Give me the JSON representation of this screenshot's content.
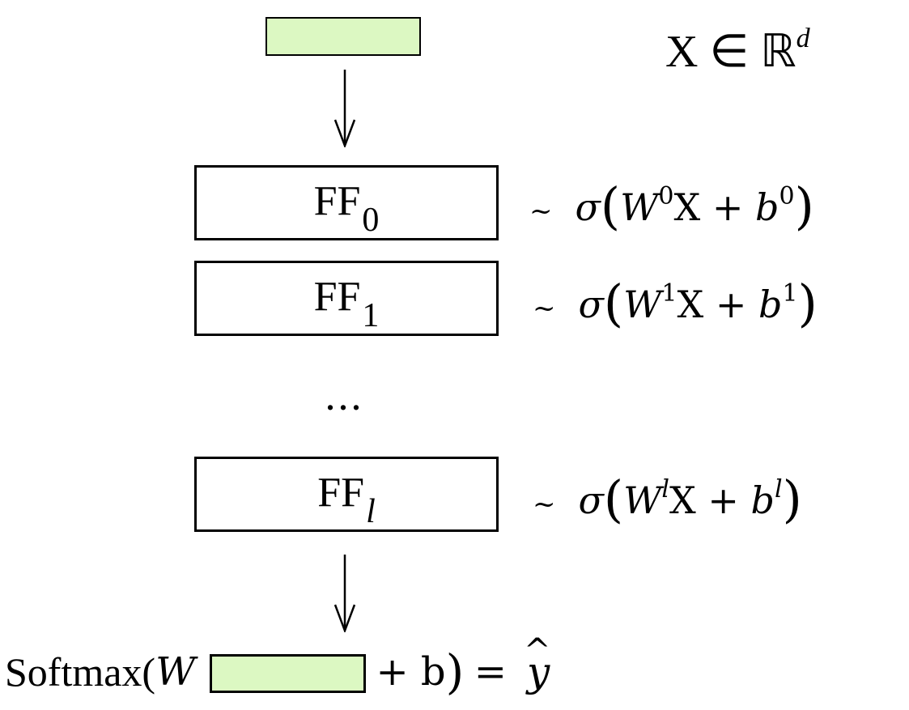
{
  "colors": {
    "vector_fill": "#dcf8c2",
    "stroke": "#000000",
    "background": "#ffffff"
  },
  "input": {
    "label_main": "X ∈ ℝ",
    "label_sup": "d"
  },
  "layers": [
    {
      "name": "FF",
      "sub": "0",
      "formula": {
        "tilde": "~",
        "sigma": "σ",
        "w": "W",
        "w_sup": "0",
        "x": "X + ",
        "b": "b",
        "b_sup": "0"
      }
    },
    {
      "name": "FF",
      "sub": "1",
      "formula": {
        "tilde": "~",
        "sigma": "σ",
        "w": "W",
        "w_sup": "1",
        "x": "X + ",
        "b": "b",
        "b_sup": "1"
      }
    },
    {
      "name": "FF",
      "sub": "l",
      "formula": {
        "tilde": "~",
        "sigma": "σ",
        "w": "W",
        "w_sup": "l",
        "x": "X + ",
        "b": "b",
        "b_sup": "l"
      }
    }
  ],
  "ellipsis": "…",
  "output": {
    "softmax": "Softmax(",
    "w": "W",
    "plus_b": "+ b",
    "close": ")",
    "equals": "=",
    "y": "y",
    "hat": "^"
  }
}
